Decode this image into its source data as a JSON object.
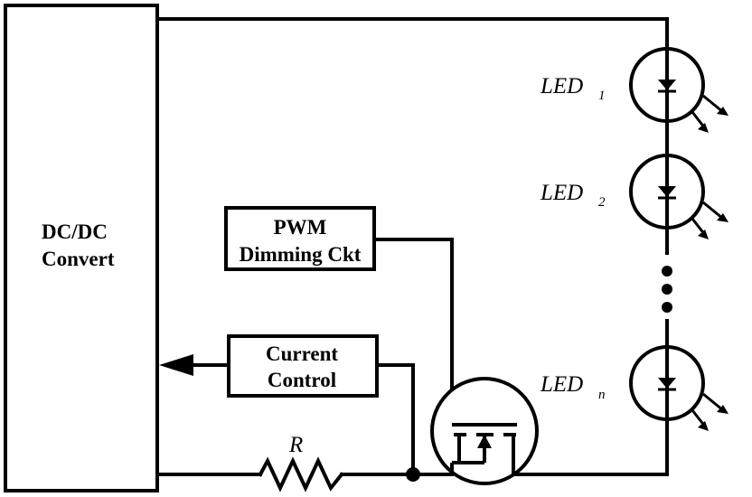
{
  "converter": {
    "line1": "DC/DC",
    "line2": "Convert"
  },
  "pwm": {
    "line1": "PWM",
    "line2": "Dimming Ckt"
  },
  "current_control": {
    "line1": "Current",
    "line2": "Control"
  },
  "resistor": {
    "label": "R"
  },
  "leds": [
    {
      "name": "LED",
      "sub": "1"
    },
    {
      "name": "LED",
      "sub": "2"
    },
    {
      "name": "LED",
      "sub": "n"
    }
  ],
  "icons": {
    "resistor": "resistor-icon",
    "led": "led-icon",
    "mosfet": "mosfet-icon",
    "ellipsis": "ellipsis-icon",
    "arrow": "arrow-left-icon"
  }
}
